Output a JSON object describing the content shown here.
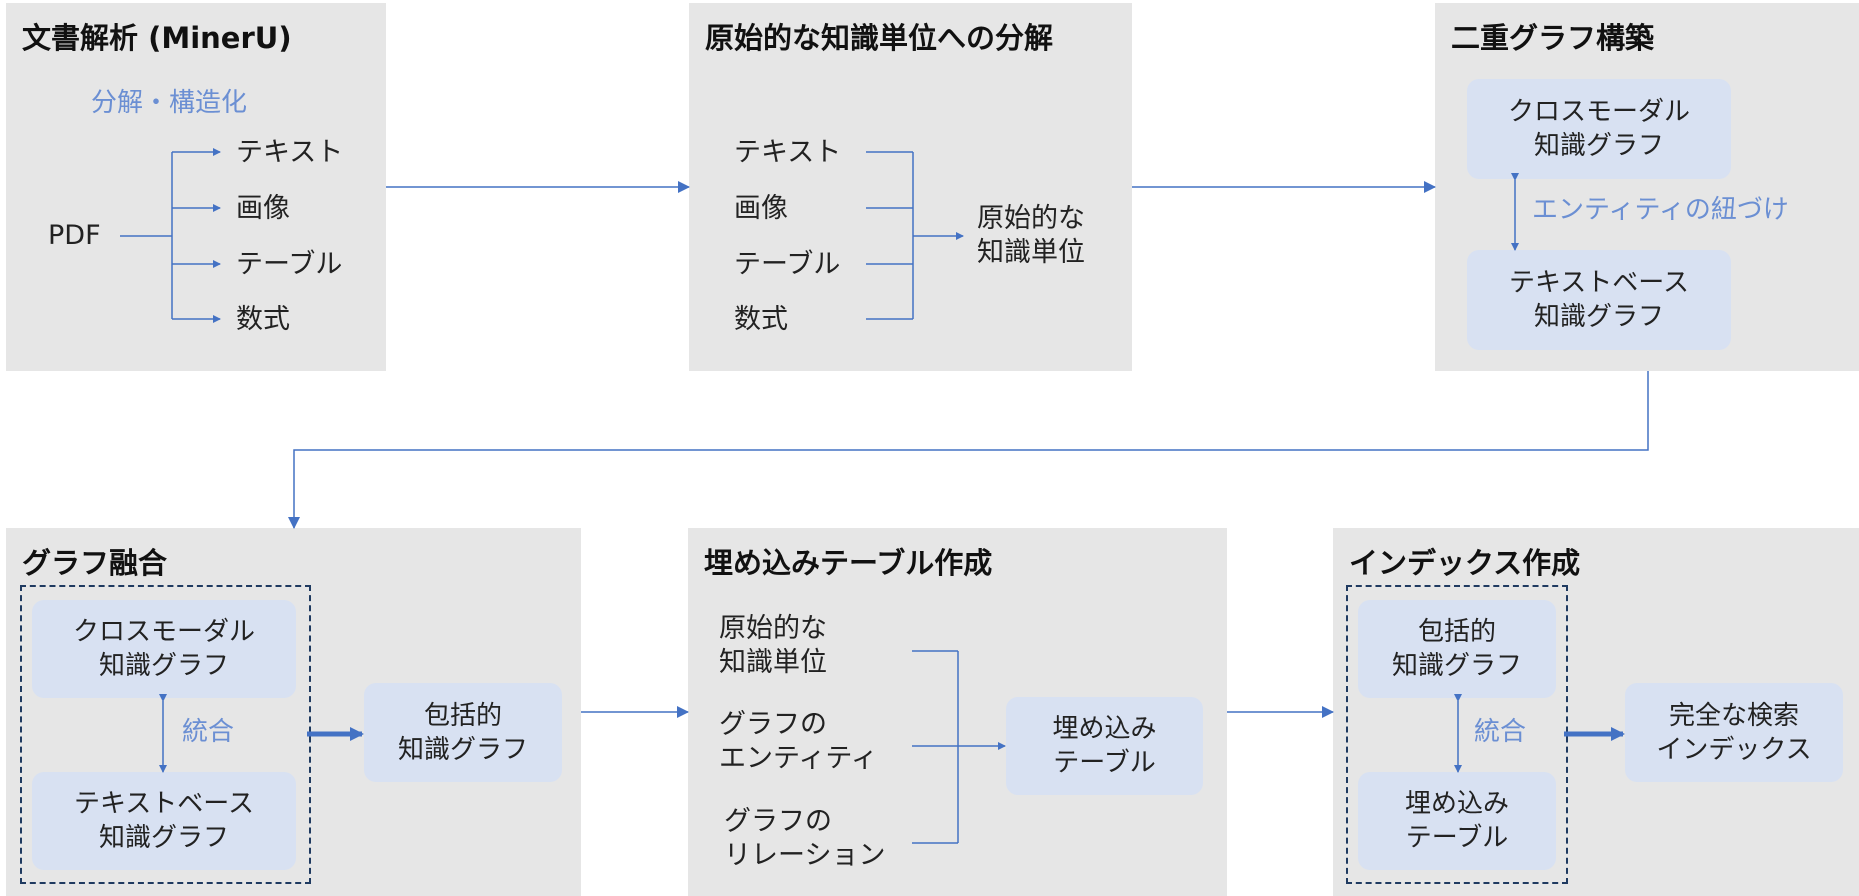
{
  "colors": {
    "panel": "#e6e6e6",
    "node": "#d8e1f2",
    "line": "#4472c4",
    "accent": "#6b8fd3",
    "dashed_border": "#1f3a60"
  },
  "panel1": {
    "title": "文書解析 (MinerU)",
    "caption": "分解・構造化",
    "source": "PDF",
    "items": [
      "テキスト",
      "画像",
      "テーブル",
      "数式"
    ]
  },
  "panel2": {
    "title": "原始的な知識単位への分解",
    "items": [
      "テキスト",
      "画像",
      "テーブル",
      "数式"
    ],
    "result": [
      "原始的な",
      "知識単位"
    ]
  },
  "panel3": {
    "title": "二重グラフ構築",
    "top_node": [
      "クロスモーダル",
      "知識グラフ"
    ],
    "bottom_node": [
      "テキストベース",
      "知識グラフ"
    ],
    "link_label": "エンティティの紐づけ"
  },
  "panel4": {
    "title": "グラフ融合",
    "top_node": [
      "クロスモーダル",
      "知識グラフ"
    ],
    "bottom_node": [
      "テキストベース",
      "知識グラフ"
    ],
    "merge_label": "統合",
    "result": [
      "包括的",
      "知識グラフ"
    ]
  },
  "panel5": {
    "title": "埋め込みテーブル作成",
    "inputs": [
      [
        "原始的な",
        "知識単位"
      ],
      [
        "グラフの",
        "エンティティ"
      ],
      [
        "グラフの",
        "リレーション"
      ]
    ],
    "result": [
      "埋め込み",
      "テーブル"
    ]
  },
  "panel6": {
    "title": "インデックス作成",
    "top_node": [
      "包括的",
      "知識グラフ"
    ],
    "bottom_node": [
      "埋め込み",
      "テーブル"
    ],
    "merge_label": "統合",
    "result": [
      "完全な検索",
      "インデックス"
    ]
  }
}
